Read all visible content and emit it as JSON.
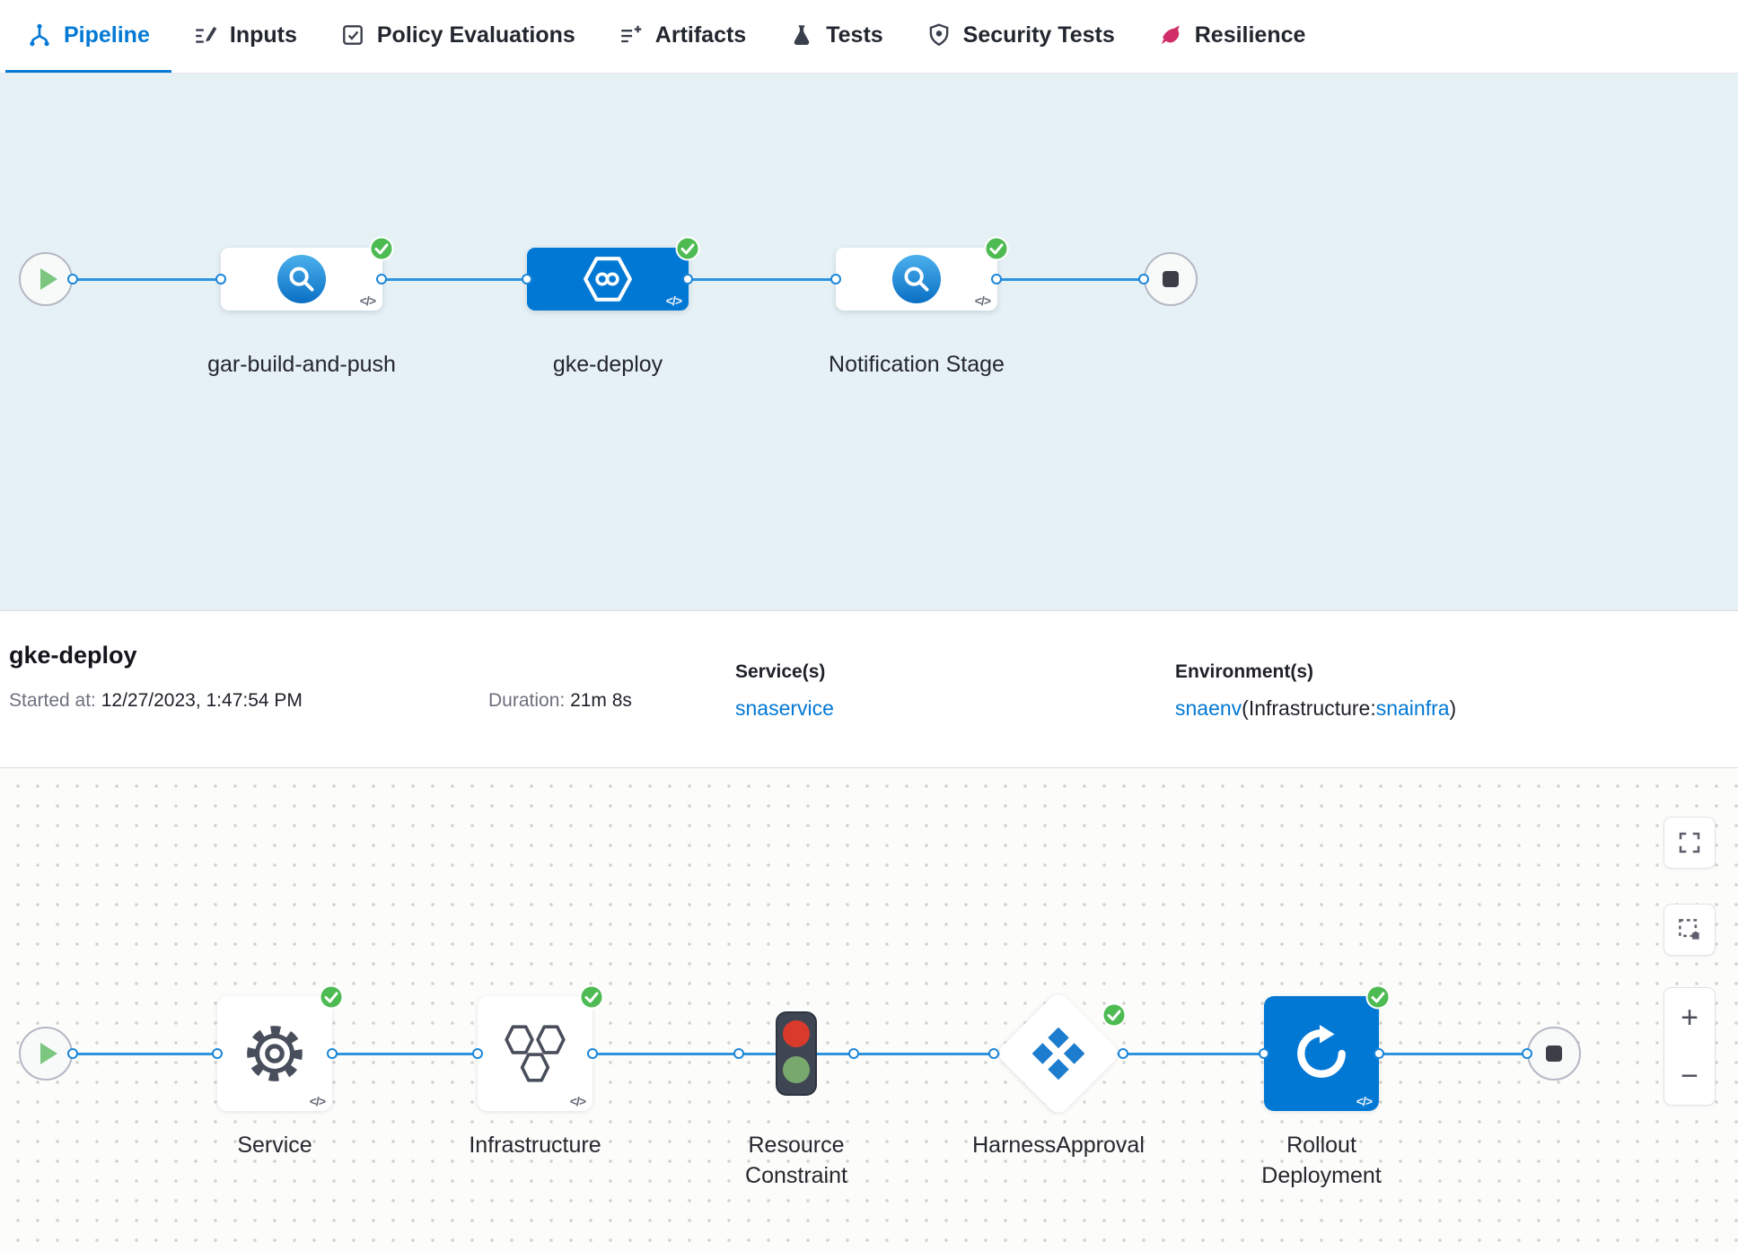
{
  "tabs": {
    "items": [
      {
        "label": "Pipeline",
        "icon": "pipeline-icon",
        "active": true
      },
      {
        "label": "Inputs",
        "icon": "inputs-icon",
        "active": false
      },
      {
        "label": "Policy Evaluations",
        "icon": "policy-evaluations-icon",
        "active": false
      },
      {
        "label": "Artifacts",
        "icon": "artifacts-icon",
        "active": false
      },
      {
        "label": "Tests",
        "icon": "tests-flask-icon",
        "active": false
      },
      {
        "label": "Security Tests",
        "icon": "security-shield-icon",
        "active": false
      },
      {
        "label": "Resilience",
        "icon": "resilience-icon",
        "active": false
      }
    ]
  },
  "stage_graph": {
    "stages": [
      {
        "label": "gar-build-and-push",
        "icon": "build-stage-icon",
        "status": "success",
        "selected": false
      },
      {
        "label": "gke-deploy",
        "icon": "deploy-stage-icon",
        "status": "success",
        "selected": true
      },
      {
        "label": "Notification Stage",
        "icon": "custom-stage-icon",
        "status": "success",
        "selected": false
      }
    ],
    "code_glyph": "</>"
  },
  "summary": {
    "title": "gke-deploy",
    "started_label": "Started at:",
    "started_value": "12/27/2023, 1:47:54 PM",
    "duration_label": "Duration:",
    "duration_value": "21m 8s",
    "services_label": "Service(s)",
    "services_value": "snaservice",
    "environments_label": "Environment(s)",
    "env_link_1": "snaenv",
    "env_separator": "(Infrastructure:",
    "env_link_2": "snainfra",
    "env_close": ")"
  },
  "execution_graph": {
    "steps": [
      {
        "label": "Service",
        "icon": "gear-icon",
        "status": "success"
      },
      {
        "label": "Infrastructure",
        "icon": "hexagons-icon",
        "status": "success"
      },
      {
        "label": "Resource Constraint",
        "icon": "traffic-light-icon",
        "status": "none"
      },
      {
        "label": "HarnessApproval",
        "icon": "approval-diamonds-icon",
        "status": "success"
      },
      {
        "label": "Rollout Deployment",
        "icon": "rollout-arrow-icon",
        "status": "success"
      }
    ],
    "code_glyph": "</>",
    "zoom_in": "+",
    "zoom_out": "−"
  },
  "colors": {
    "primary_blue": "#0278d5",
    "success_green": "#4dbb52",
    "canvas_blue_bg": "#e6f1f6",
    "resilience_pink": "#cf2e68",
    "edge_blue": "#2f94de"
  }
}
